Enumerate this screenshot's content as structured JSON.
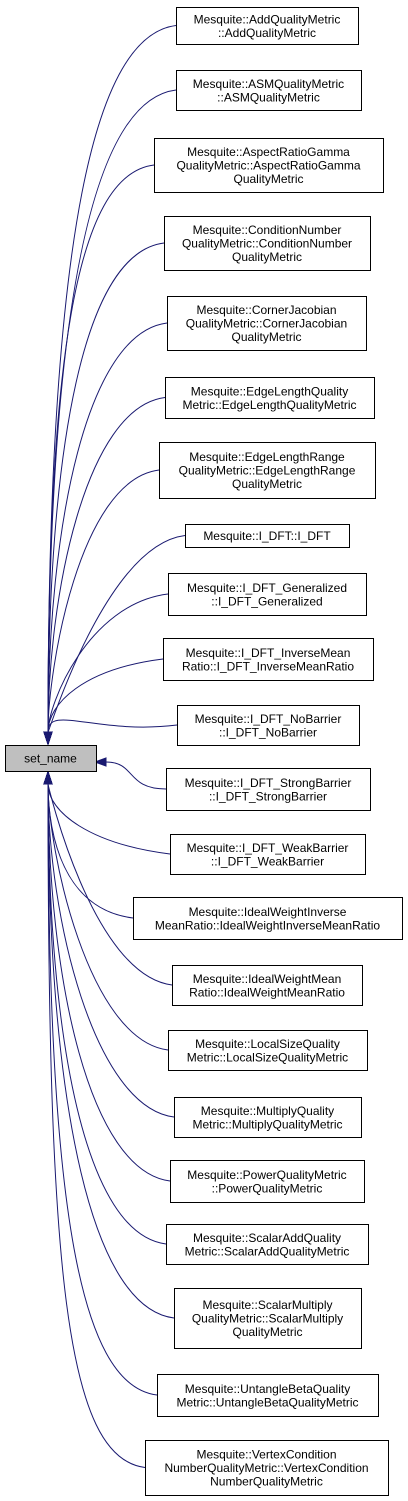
{
  "root": {
    "label": "set_name"
  },
  "callers": [
    {
      "lines": [
        "Mesquite::AddQualityMetric",
        "::AddQualityMetric"
      ]
    },
    {
      "lines": [
        "Mesquite::ASMQualityMetric",
        "::ASMQualityMetric"
      ]
    },
    {
      "lines": [
        "Mesquite::AspectRatioGamma",
        "QualityMetric::AspectRatioGamma",
        "QualityMetric"
      ]
    },
    {
      "lines": [
        "Mesquite::ConditionNumber",
        "QualityMetric::ConditionNumber",
        "QualityMetric"
      ]
    },
    {
      "lines": [
        "Mesquite::CornerJacobian",
        "QualityMetric::CornerJacobian",
        "QualityMetric"
      ]
    },
    {
      "lines": [
        "Mesquite::EdgeLengthQuality",
        "Metric::EdgeLengthQualityMetric"
      ]
    },
    {
      "lines": [
        "Mesquite::EdgeLengthRange",
        "QualityMetric::EdgeLengthRange",
        "QualityMetric"
      ]
    },
    {
      "lines": [
        "Mesquite::I_DFT::I_DFT"
      ]
    },
    {
      "lines": [
        "Mesquite::I_DFT_Generalized",
        "::I_DFT_Generalized"
      ]
    },
    {
      "lines": [
        "Mesquite::I_DFT_InverseMean",
        "Ratio::I_DFT_InverseMeanRatio"
      ]
    },
    {
      "lines": [
        "Mesquite::I_DFT_NoBarrier",
        "::I_DFT_NoBarrier"
      ]
    },
    {
      "lines": [
        "Mesquite::I_DFT_StrongBarrier",
        "::I_DFT_StrongBarrier"
      ]
    },
    {
      "lines": [
        "Mesquite::I_DFT_WeakBarrier",
        "::I_DFT_WeakBarrier"
      ]
    },
    {
      "lines": [
        "Mesquite::IdealWeightInverse",
        "MeanRatio::IdealWeightInverseMeanRatio"
      ]
    },
    {
      "lines": [
        "Mesquite::IdealWeightMean",
        "Ratio::IdealWeightMeanRatio"
      ]
    },
    {
      "lines": [
        "Mesquite::LocalSizeQuality",
        "Metric::LocalSizeQualityMetric"
      ]
    },
    {
      "lines": [
        "Mesquite::MultiplyQuality",
        "Metric::MultiplyQualityMetric"
      ]
    },
    {
      "lines": [
        "Mesquite::PowerQualityMetric",
        "::PowerQualityMetric"
      ]
    },
    {
      "lines": [
        "Mesquite::ScalarAddQuality",
        "Metric::ScalarAddQualityMetric"
      ]
    },
    {
      "lines": [
        "Mesquite::ScalarMultiply",
        "QualityMetric::ScalarMultiply",
        "QualityMetric"
      ]
    },
    {
      "lines": [
        "Mesquite::UntangleBetaQuality",
        "Metric::UntangleBetaQualityMetric"
      ]
    },
    {
      "lines": [
        "Mesquite::VertexCondition",
        "NumberQualityMetric::VertexCondition",
        "NumberQualityMetric"
      ]
    }
  ]
}
